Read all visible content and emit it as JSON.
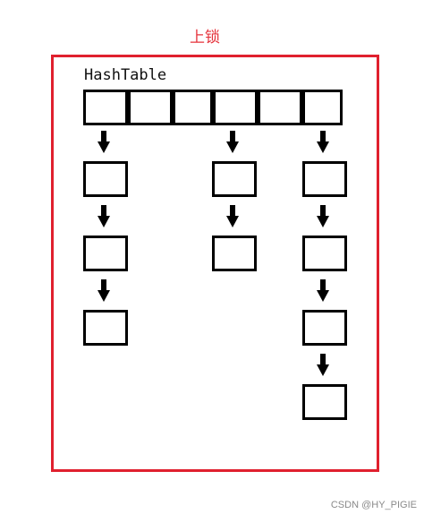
{
  "lock_label": "上锁",
  "table_title": "HashTable",
  "watermark": "CSDN @HY_PIGIE",
  "colors": {
    "frame": "#e0202e",
    "lock_text": "#e5323b",
    "ink": "#000000"
  },
  "hashtable": {
    "bucket_count": 6,
    "chains": [
      {
        "bucket": 0,
        "nodes": 3
      },
      {
        "bucket": 3,
        "nodes": 2
      },
      {
        "bucket": 5,
        "nodes": 4
      }
    ]
  }
}
